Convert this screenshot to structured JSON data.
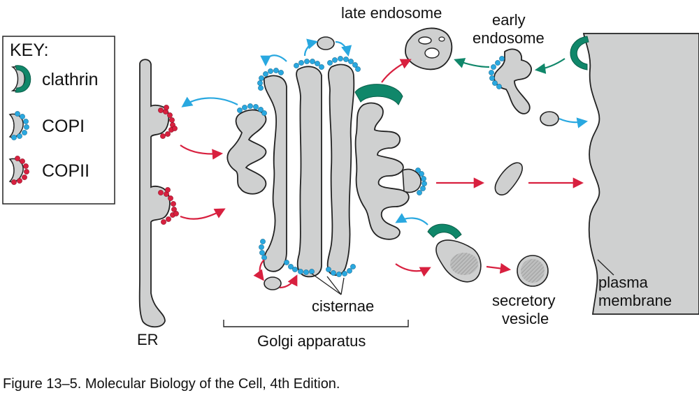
{
  "key": {
    "title": "KEY:",
    "items": [
      {
        "label": "clathrin",
        "color": "#10876a"
      },
      {
        "label": "COPI",
        "color": "#29a8e0"
      },
      {
        "label": "COPII",
        "color": "#d8203f"
      }
    ]
  },
  "labels": {
    "er": "ER",
    "golgi": "Golgi apparatus",
    "cisternae": "cisternae",
    "late_endosome": "late endosome",
    "early_endosome_1": "early",
    "early_endosome_2": "endosome",
    "secretory_1": "secretory",
    "secretory_2": "vesicle",
    "plasma_1": "plasma",
    "plasma_2": "membrane"
  },
  "caption": "Figure 13–5. Molecular Biology of the Cell, 4th Edition.",
  "colors": {
    "organelle_fill": "#cfd0d0",
    "outline": "#222222",
    "arrow_red": "#d8203f",
    "arrow_blue": "#29a8e0",
    "arrow_green": "#10876a"
  }
}
